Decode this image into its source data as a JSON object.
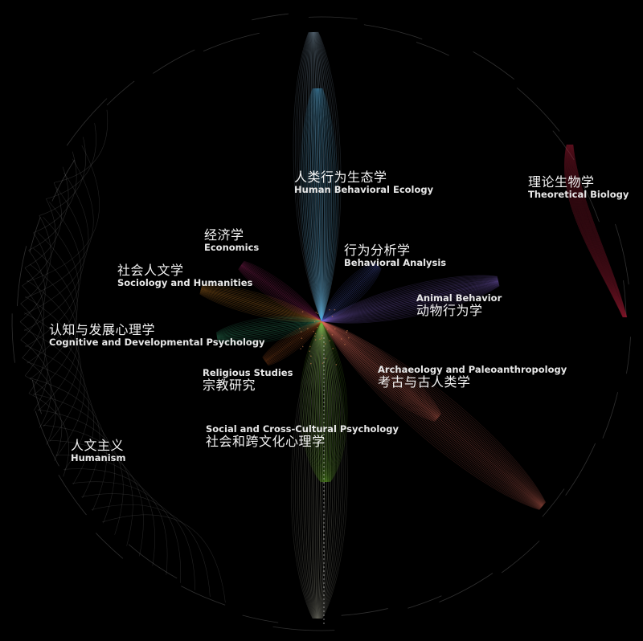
{
  "diagram": {
    "type": "hierarchical-edge-bundle",
    "background": "#000000",
    "clusters": [
      {
        "id": "hbe",
        "zh": "人类行为生态学",
        "en": "Human Behavioral Ecology",
        "order": "zh-en",
        "color": "#4aa8d8"
      },
      {
        "id": "theo",
        "zh": "理论生物学",
        "en": "Theoretical Biology",
        "order": "zh-en",
        "color": "#b0203a"
      },
      {
        "id": "econ",
        "zh": "经济学",
        "en": "Economics",
        "order": "zh-en",
        "color": "#c0307a"
      },
      {
        "id": "ba",
        "zh": "行为分析学",
        "en": "Behavioral Analysis",
        "order": "zh-en",
        "color": "#5a6ad8"
      },
      {
        "id": "soc",
        "zh": "社会人文学",
        "en": "Sociology and Humanities",
        "order": "zh-en",
        "color": "#d88a2a"
      },
      {
        "id": "anim",
        "zh": "动物行为学",
        "en": "Animal Behavior",
        "order": "en-zh",
        "color": "#8a6ad8"
      },
      {
        "id": "cog",
        "zh": "认知与发展心理学",
        "en": "Cognitive and Developmental Psychology",
        "order": "zh-en",
        "color": "#3aa878"
      },
      {
        "id": "arch",
        "zh": "考古与古人类学",
        "en": "Archaeology and Paleoanthropology",
        "order": "en-zh",
        "color": "#d86a5a"
      },
      {
        "id": "rel",
        "zh": "宗教研究",
        "en": "Religious Studies",
        "order": "en-zh",
        "color": "#d86a2a"
      },
      {
        "id": "scc",
        "zh": "社会和跨文化心理学",
        "en": "Social and Cross-Cultural Psychology",
        "order": "en-zh",
        "color": "#6ab828"
      },
      {
        "id": "hum",
        "zh": "人文主义",
        "en": "Humanism",
        "order": "zh-en",
        "color": "#9a9a9a"
      }
    ]
  }
}
